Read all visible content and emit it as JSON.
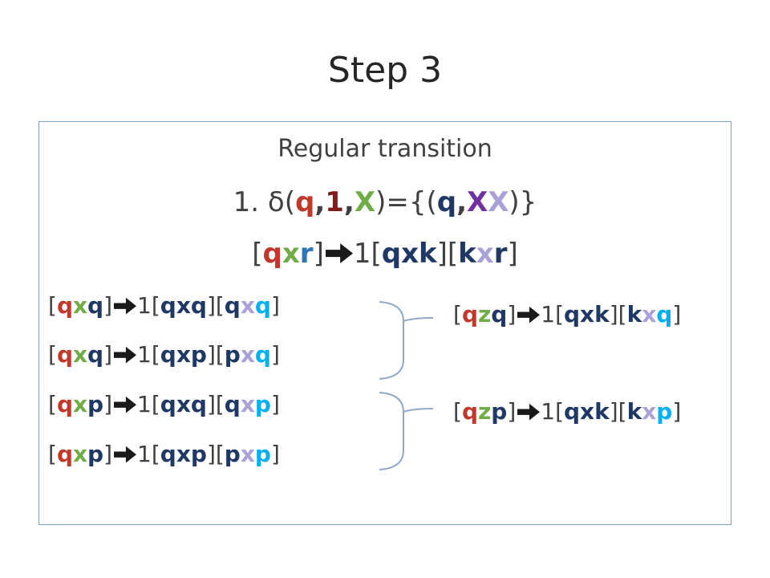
{
  "title": "Step 3",
  "subtitle": "Regular transition",
  "colors": {
    "default": "#404040",
    "red": "#c0392b",
    "green": "#70ad47",
    "purple": "#7030a0",
    "lavender": "#a8a2d8",
    "blue": "#2e75b6",
    "cyan": "#00b0f0",
    "navy": "#1f3864",
    "darkred": "#7f1d1d",
    "bracket": "#8fa9c9"
  },
  "rule1": [
    {
      "t": "1. δ(",
      "c": "default",
      "b": false
    },
    {
      "t": "q",
      "c": "red",
      "b": true
    },
    {
      "t": ",",
      "c": "default",
      "b": true
    },
    {
      "t": "1",
      "c": "darkred",
      "b": true
    },
    {
      "t": ",",
      "c": "default",
      "b": true
    },
    {
      "t": "X",
      "c": "green",
      "b": true
    },
    {
      "t": ")={(",
      "c": "default",
      "b": false
    },
    {
      "t": "q",
      "c": "navy",
      "b": true
    },
    {
      "t": ",",
      "c": "default",
      "b": true
    },
    {
      "t": "X",
      "c": "purple",
      "b": true
    },
    {
      "t": "X",
      "c": "lavender",
      "b": true
    },
    {
      "t": ")}",
      "c": "default",
      "b": false
    }
  ],
  "rule2": [
    {
      "t": "[",
      "c": "default",
      "b": false
    },
    {
      "t": "q",
      "c": "red",
      "b": true
    },
    {
      "t": "x",
      "c": "green",
      "b": true
    },
    {
      "t": "r",
      "c": "blue",
      "b": true
    },
    {
      "t": "]",
      "c": "default",
      "b": false
    },
    {
      "t": "ARROW"
    },
    {
      "t": "1[",
      "c": "default",
      "b": false
    },
    {
      "t": "qxk",
      "c": "navy",
      "b": true
    },
    {
      "t": "][",
      "c": "default",
      "b": false
    },
    {
      "t": "k",
      "c": "navy",
      "b": true
    },
    {
      "t": "x",
      "c": "lavender",
      "b": true
    },
    {
      "t": "r",
      "c": "navy",
      "b": true
    },
    {
      "t": "]",
      "c": "default",
      "b": false
    }
  ],
  "left_productions": [
    [
      {
        "t": "[",
        "c": "default",
        "b": false
      },
      {
        "t": "q",
        "c": "red",
        "b": true
      },
      {
        "t": "x",
        "c": "green",
        "b": true
      },
      {
        "t": "q",
        "c": "navy",
        "b": true
      },
      {
        "t": "]",
        "c": "default",
        "b": false
      },
      {
        "t": "ARROW"
      },
      {
        "t": "1[",
        "c": "default",
        "b": false
      },
      {
        "t": "qxq",
        "c": "navy",
        "b": true
      },
      {
        "t": "][",
        "c": "default",
        "b": false
      },
      {
        "t": "q",
        "c": "navy",
        "b": true
      },
      {
        "t": "x",
        "c": "lavender",
        "b": true
      },
      {
        "t": "q",
        "c": "cyan",
        "b": true
      },
      {
        "t": "]",
        "c": "default",
        "b": false
      }
    ],
    [
      {
        "t": "[",
        "c": "default",
        "b": false
      },
      {
        "t": "q",
        "c": "red",
        "b": true
      },
      {
        "t": "x",
        "c": "green",
        "b": true
      },
      {
        "t": "q",
        "c": "navy",
        "b": true
      },
      {
        "t": "]",
        "c": "default",
        "b": false
      },
      {
        "t": "ARROW"
      },
      {
        "t": "1[",
        "c": "default",
        "b": false
      },
      {
        "t": "qxp",
        "c": "navy",
        "b": true
      },
      {
        "t": "][",
        "c": "default",
        "b": false
      },
      {
        "t": "p",
        "c": "navy",
        "b": true
      },
      {
        "t": "x",
        "c": "lavender",
        "b": true
      },
      {
        "t": "q",
        "c": "cyan",
        "b": true
      },
      {
        "t": "]",
        "c": "default",
        "b": false
      }
    ],
    [
      {
        "t": "[",
        "c": "default",
        "b": false
      },
      {
        "t": "q",
        "c": "red",
        "b": true
      },
      {
        "t": "x",
        "c": "green",
        "b": true
      },
      {
        "t": "p",
        "c": "navy",
        "b": true
      },
      {
        "t": "]",
        "c": "default",
        "b": false
      },
      {
        "t": "ARROW"
      },
      {
        "t": "1[",
        "c": "default",
        "b": false
      },
      {
        "t": "qxq",
        "c": "navy",
        "b": true
      },
      {
        "t": "][",
        "c": "default",
        "b": false
      },
      {
        "t": "q",
        "c": "navy",
        "b": true
      },
      {
        "t": "x",
        "c": "lavender",
        "b": true
      },
      {
        "t": "p",
        "c": "cyan",
        "b": true
      },
      {
        "t": "]",
        "c": "default",
        "b": false
      }
    ],
    [
      {
        "t": "[",
        "c": "default",
        "b": false
      },
      {
        "t": "q",
        "c": "red",
        "b": true
      },
      {
        "t": "x",
        "c": "green",
        "b": true
      },
      {
        "t": "p",
        "c": "navy",
        "b": true
      },
      {
        "t": "]",
        "c": "default",
        "b": false
      },
      {
        "t": "ARROW"
      },
      {
        "t": "1[",
        "c": "default",
        "b": false
      },
      {
        "t": "qxp",
        "c": "navy",
        "b": true
      },
      {
        "t": "][",
        "c": "default",
        "b": false
      },
      {
        "t": "p",
        "c": "navy",
        "b": true
      },
      {
        "t": "x",
        "c": "lavender",
        "b": true
      },
      {
        "t": "p",
        "c": "cyan",
        "b": true
      },
      {
        "t": "]",
        "c": "default",
        "b": false
      }
    ]
  ],
  "right_productions": [
    [
      {
        "t": "[",
        "c": "default",
        "b": false
      },
      {
        "t": "q",
        "c": "red",
        "b": true
      },
      {
        "t": "z",
        "c": "green",
        "b": true
      },
      {
        "t": "q",
        "c": "navy",
        "b": true
      },
      {
        "t": "]",
        "c": "default",
        "b": false
      },
      {
        "t": "ARROW"
      },
      {
        "t": "1[",
        "c": "default",
        "b": false
      },
      {
        "t": "qxk",
        "c": "navy",
        "b": true
      },
      {
        "t": "][",
        "c": "default",
        "b": false
      },
      {
        "t": "k",
        "c": "navy",
        "b": true
      },
      {
        "t": "x",
        "c": "lavender",
        "b": true
      },
      {
        "t": "q",
        "c": "cyan",
        "b": true
      },
      {
        "t": "]",
        "c": "default",
        "b": false
      }
    ],
    [
      {
        "t": "[",
        "c": "default",
        "b": false
      },
      {
        "t": "q",
        "c": "red",
        "b": true
      },
      {
        "t": "z",
        "c": "green",
        "b": true
      },
      {
        "t": "p",
        "c": "navy",
        "b": true
      },
      {
        "t": "]",
        "c": "default",
        "b": false
      },
      {
        "t": "ARROW"
      },
      {
        "t": "1[",
        "c": "default",
        "b": false
      },
      {
        "t": "qxk",
        "c": "navy",
        "b": true
      },
      {
        "t": "][",
        "c": "default",
        "b": false
      },
      {
        "t": "k",
        "c": "navy",
        "b": true
      },
      {
        "t": "x",
        "c": "lavender",
        "b": true
      },
      {
        "t": "p",
        "c": "cyan",
        "b": true
      },
      {
        "t": "]",
        "c": "default",
        "b": false
      }
    ]
  ]
}
